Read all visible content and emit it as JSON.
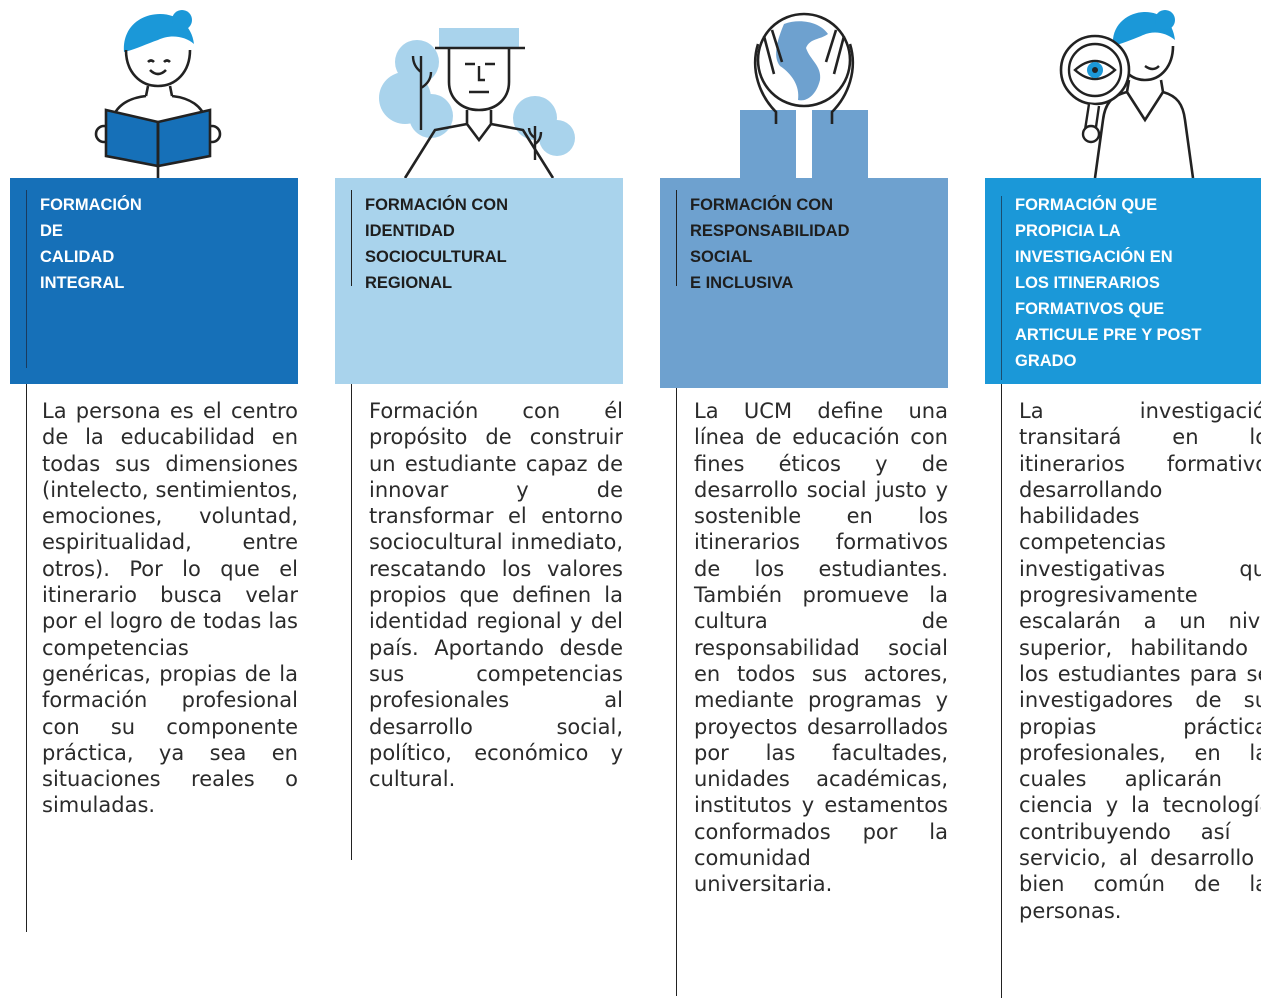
{
  "columns": [
    {
      "icon": "reading-woman-icon",
      "title": "FORMACIÓN\nDE\nCALIDAD\nINTEGRAL",
      "body": "La persona es el centro de la educabilidad en todas sus dimensiones (intelecto, sentimientos, emociones, voluntad, espiritualidad, entre otros). Por lo que el itinerario busca velar por el logro de todas las competencias genéricas, propias de la formación profesional con su componente práctica, ya sea en situaciones reales o simuladas.",
      "bg_color": "#1670b8",
      "title_color": "#ffffff"
    },
    {
      "icon": "farmer-with-trees-icon",
      "title": "FORMACIÓN CON\nIDENTIDAD\nSOCIOCULTURAL\nREGIONAL",
      "body": "Formación con él propósito de construir un estudiante capaz de innovar y de transformar el entorno sociocultural inmediato, rescatando los valores propios que definen la identidad regional y del país. Aportando desde sus competencias profesionales al desarrollo social, político, económico y cultural.",
      "bg_color": "#a9d3ec",
      "title_color": "#1e1e1e"
    },
    {
      "icon": "hands-holding-globe-icon",
      "title": "FORMACIÓN CON\nRESPONSABILIDAD\nSOCIAL\nE INCLUSIVA",
      "body": "La UCM define una línea de educación con fines éticos y de desarrollo social justo y sostenible en los itinerarios formativos de los estudiantes. También promueve la cultura de responsabilidad social en todos sus actores, mediante programas y proyectos desarrollados por las facultades, unidades académicas, institutos y estamentos conformados por la comunidad universitaria.",
      "bg_color": "#6ea1cf",
      "title_color": "#1e1e1e"
    },
    {
      "icon": "magnifying-glass-woman-icon",
      "title": "FORMACIÓN QUE\nPROPICIA LA\nINVESTIGACIÓN EN\nLOS ITINERARIOS\nFORMATIVOS QUE\nARTICULE PRE Y POST\nGRADO",
      "body": "La investigación transitará en los itinerarios formativos desarrollando habilidades y competencias investigativas que progresivamente escalarán a un nivel superior, habilitando a los estudiantes para ser investigadores de sus propias prácticas profesionales, en las cuales aplicarán la ciencia y la tecnología, contribuyendo así al servicio, al desarrollo y bien común de las personas.",
      "bg_color": "#1b98d8",
      "title_color": "#ffffff"
    }
  ]
}
